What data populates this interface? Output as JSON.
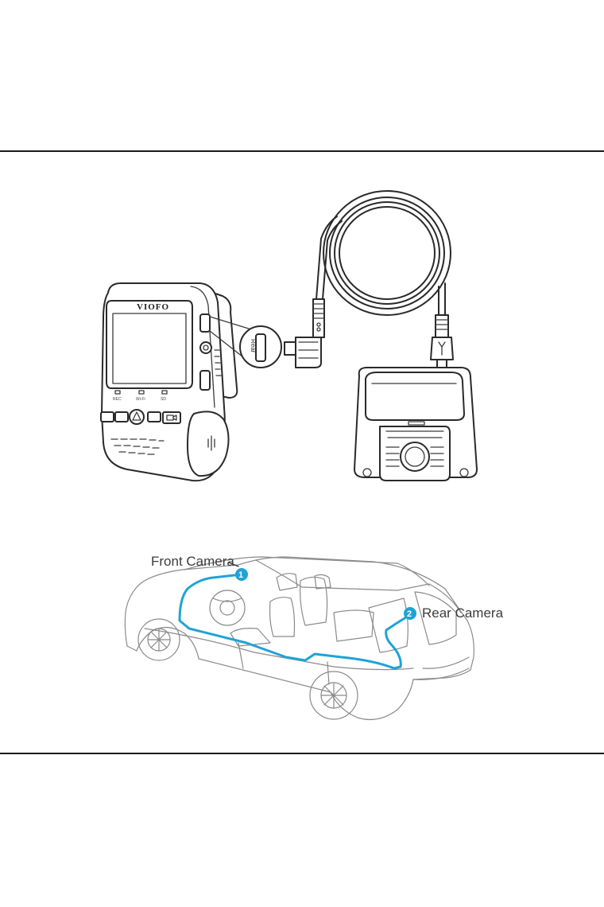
{
  "diagram": {
    "front_camera": {
      "brand": "VIOFO",
      "port_label": "Rear",
      "button_labels": [
        "REC",
        "Wi-Fi",
        "SD"
      ]
    },
    "install": {
      "front_label": "Front Camera",
      "rear_label": "Rear Camera",
      "front_marker": "1",
      "rear_marker": "2"
    },
    "colors": {
      "route": "#1fa3d6",
      "line": "#2a2a2a",
      "rule": "#1a1a1a"
    }
  }
}
